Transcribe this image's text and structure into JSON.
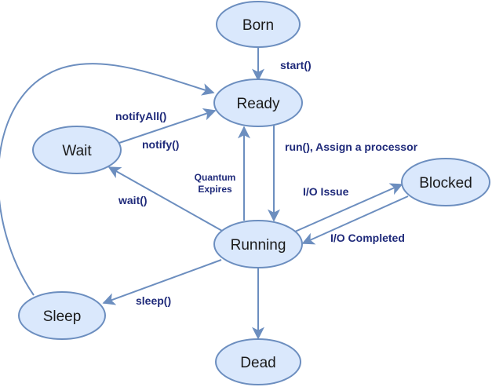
{
  "colors": {
    "node_fill": "#dae8fc",
    "node_stroke": "#6c8ebf",
    "edge": "#6c8ebf",
    "label": "#1f2a7a"
  },
  "states": {
    "born": "Born",
    "ready": "Ready",
    "wait": "Wait",
    "blocked": "Blocked",
    "running": "Running",
    "sleep": "Sleep",
    "dead": "Dead"
  },
  "transitions": {
    "start": "start()",
    "notify_all": "notifyAll()",
    "notify": "notify()",
    "run": "run(), Assign a processor",
    "quantum_line1": "Quantum",
    "quantum_line2": "Expires",
    "wait": "wait()",
    "io_issue": "I/O Issue",
    "io_completed": "I/O Completed",
    "sleep": "sleep()"
  }
}
